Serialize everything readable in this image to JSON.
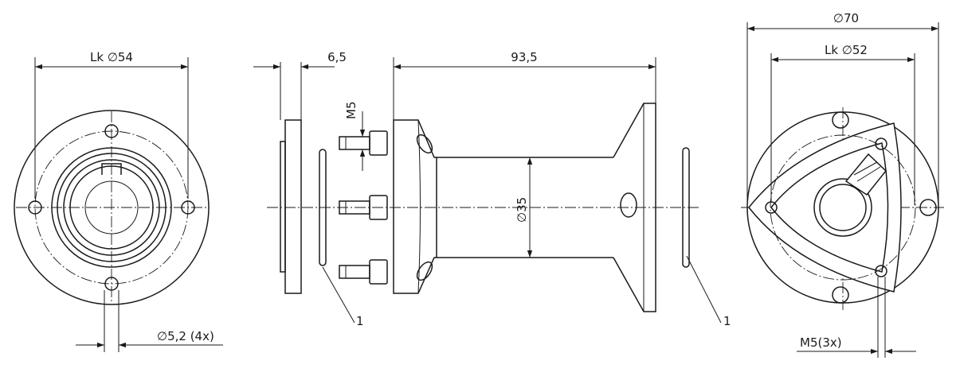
{
  "left_view": {
    "pitch_circle_label": "Lk ∅54",
    "hole_label": "∅5,2 (4x)"
  },
  "side_view": {
    "flange_thickness_label": "6,5",
    "length_label": "93,5",
    "thread_label": "M5",
    "diameter_label": "∅35",
    "item_label_left": "1",
    "item_label_right": "1"
  },
  "right_view": {
    "outer_diameter_label": "∅70",
    "pitch_circle_label": "Lk ∅52",
    "thread_label": "M5(3x)"
  }
}
